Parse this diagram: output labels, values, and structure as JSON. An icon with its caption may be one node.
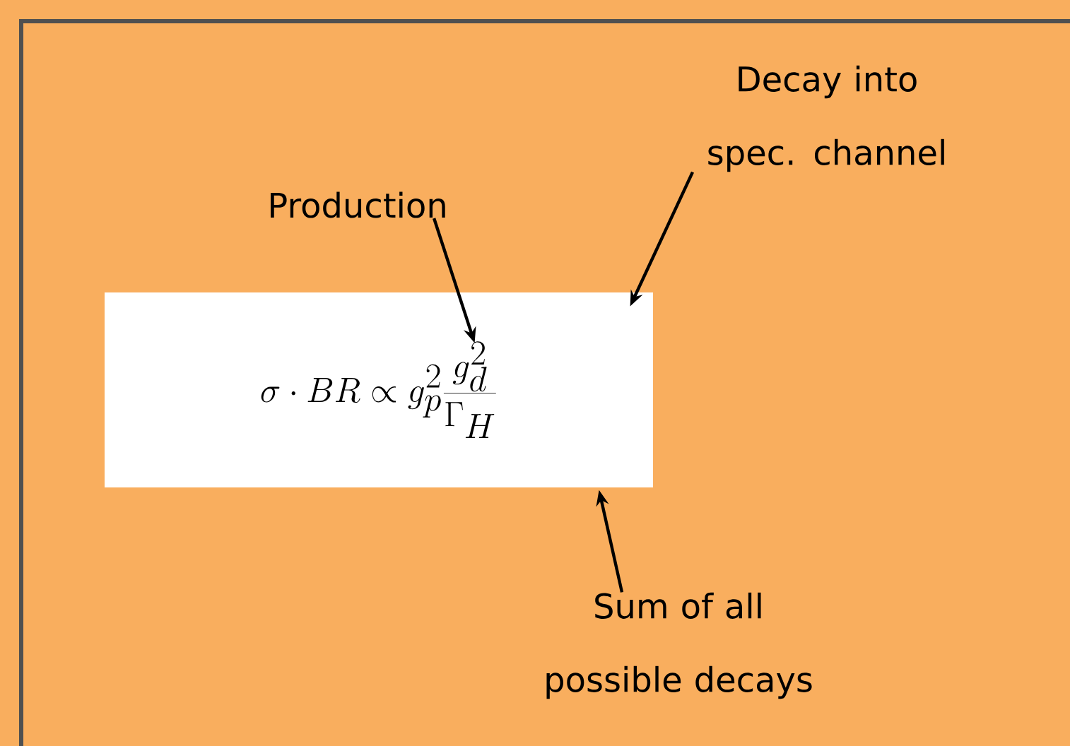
{
  "diagram": {
    "nodes": [
      {
        "text": [
          "\\sigma \\cdot BR \\propto g_p^2 \\frac{g_d^2}{\\Gamma_H}"
        ]
      },
      {
        "text": [
          "Production"
        ]
      },
      {
        "text": [
          "Decay into spec. channel"
        ]
      },
      {
        "text": [
          "Sum of all possible decays"
        ]
      }
    ],
    "edges": [
      {
        "from": 1,
        "to": 0,
        "arrow": "to"
      },
      {
        "from": 2,
        "to": 0,
        "arrow": "to"
      },
      {
        "from": 3,
        "to": 0,
        "arrow": "to"
      }
    ]
  }
}
